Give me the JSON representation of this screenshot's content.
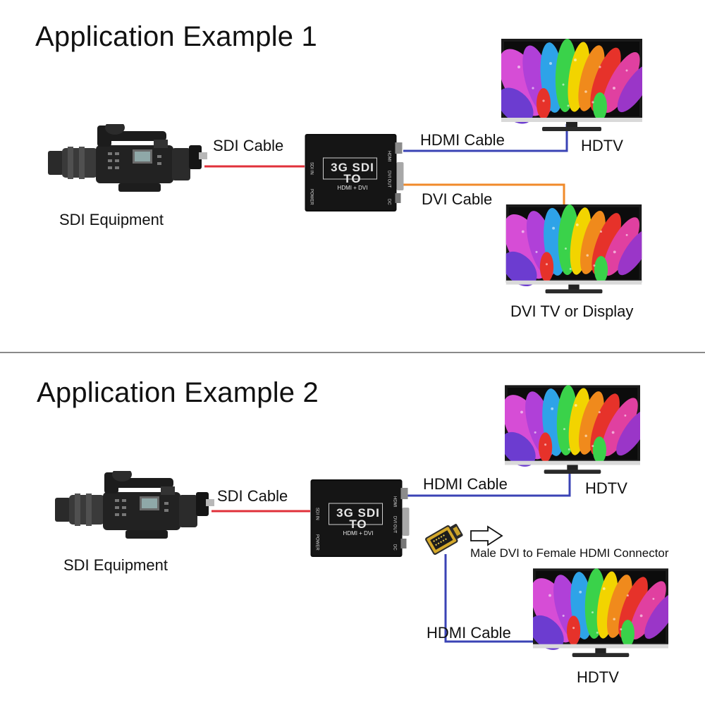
{
  "example1": {
    "title": "Application Example 1",
    "sdi_cable": "SDI Cable",
    "hdmi_cable": "HDMI Cable",
    "dvi_cable": "DVI Cable",
    "sdi_equipment": "SDI Equipment",
    "hdtv": "HDTV",
    "dvi_display": "DVI TV or Display"
  },
  "example2": {
    "title": "Application Example 2",
    "sdi_cable": "SDI Cable",
    "hdmi_cable_top": "HDMI Cable",
    "hdmi_cable_bottom": "HDMI Cable",
    "sdi_equipment": "SDI Equipment",
    "hdtv_top": "HDTV",
    "hdtv_bottom": "HDTV",
    "connector": "Male DVI to Female HDMI Connector"
  },
  "converter": {
    "logo_main": "3G SDI TO",
    "logo_sub": "HDMI + DVI"
  },
  "colors": {
    "sdi_cable": "#e0303a",
    "hdmi_cable": "#3a43b5",
    "dvi_cable": "#f08a2a",
    "divider": "#8a8a8a"
  }
}
